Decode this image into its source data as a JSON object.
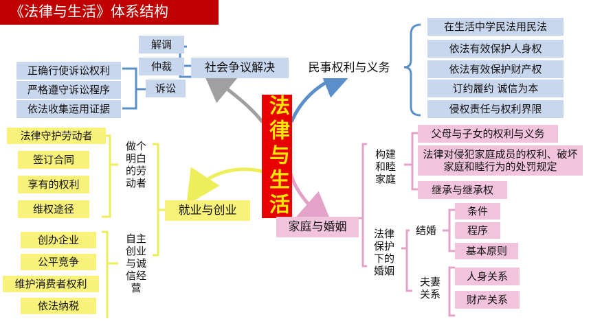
{
  "title": "《法律与生活》体系结构",
  "center": "法律与生活",
  "civil": {
    "label": "民事权利与义务",
    "items": [
      "在生活中学民法用民法",
      "依法有效保护人身权",
      "依法有效保护财产权",
      "订约履约 诚信为本",
      "侵权责任与权利界限"
    ]
  },
  "dispute": {
    "label": "社会争议解决",
    "methods": [
      "解调",
      "仲裁",
      "诉讼"
    ],
    "litigation": [
      "正确行使诉讼权利",
      "严格遵守诉讼程序",
      "依法收集运用证据"
    ]
  },
  "employment": {
    "label": "就业与创业",
    "worker": {
      "label": "做个明白的劳动者",
      "items": [
        "法律守护劳动者",
        "签订合同",
        "享有的权利",
        "维权途径"
      ]
    },
    "startup": {
      "label": "自主创业与诚信经营",
      "items": [
        "创办企业",
        "公平竞争",
        "维护消费者权利",
        "依法纳税"
      ]
    }
  },
  "family": {
    "label": "家庭与婚姻",
    "harmony": {
      "label": "构建和睦家庭",
      "items": [
        "父母与子女的权利与义务",
        "法律对侵犯家庭成员的权利、破坏家庭和睦行为的处罚规定",
        "继承与继承权"
      ]
    },
    "marriage": {
      "label": "法律保护下的婚姻",
      "wedding": {
        "label": "结婚",
        "items": [
          "条件",
          "程序",
          "基本原则"
        ]
      },
      "couple": {
        "label": "夫妻关系",
        "items": [
          "人身关系",
          "财产关系"
        ]
      }
    }
  },
  "colors": {
    "title_bg": "#c00000",
    "center_bg": "#e60000",
    "center_text": "#ffe800",
    "blue_line": "#5b8fc9",
    "pink_line": "#e3a3c8",
    "yellow_line": "#ecef5a",
    "gray_line": "#a0a0a0"
  }
}
